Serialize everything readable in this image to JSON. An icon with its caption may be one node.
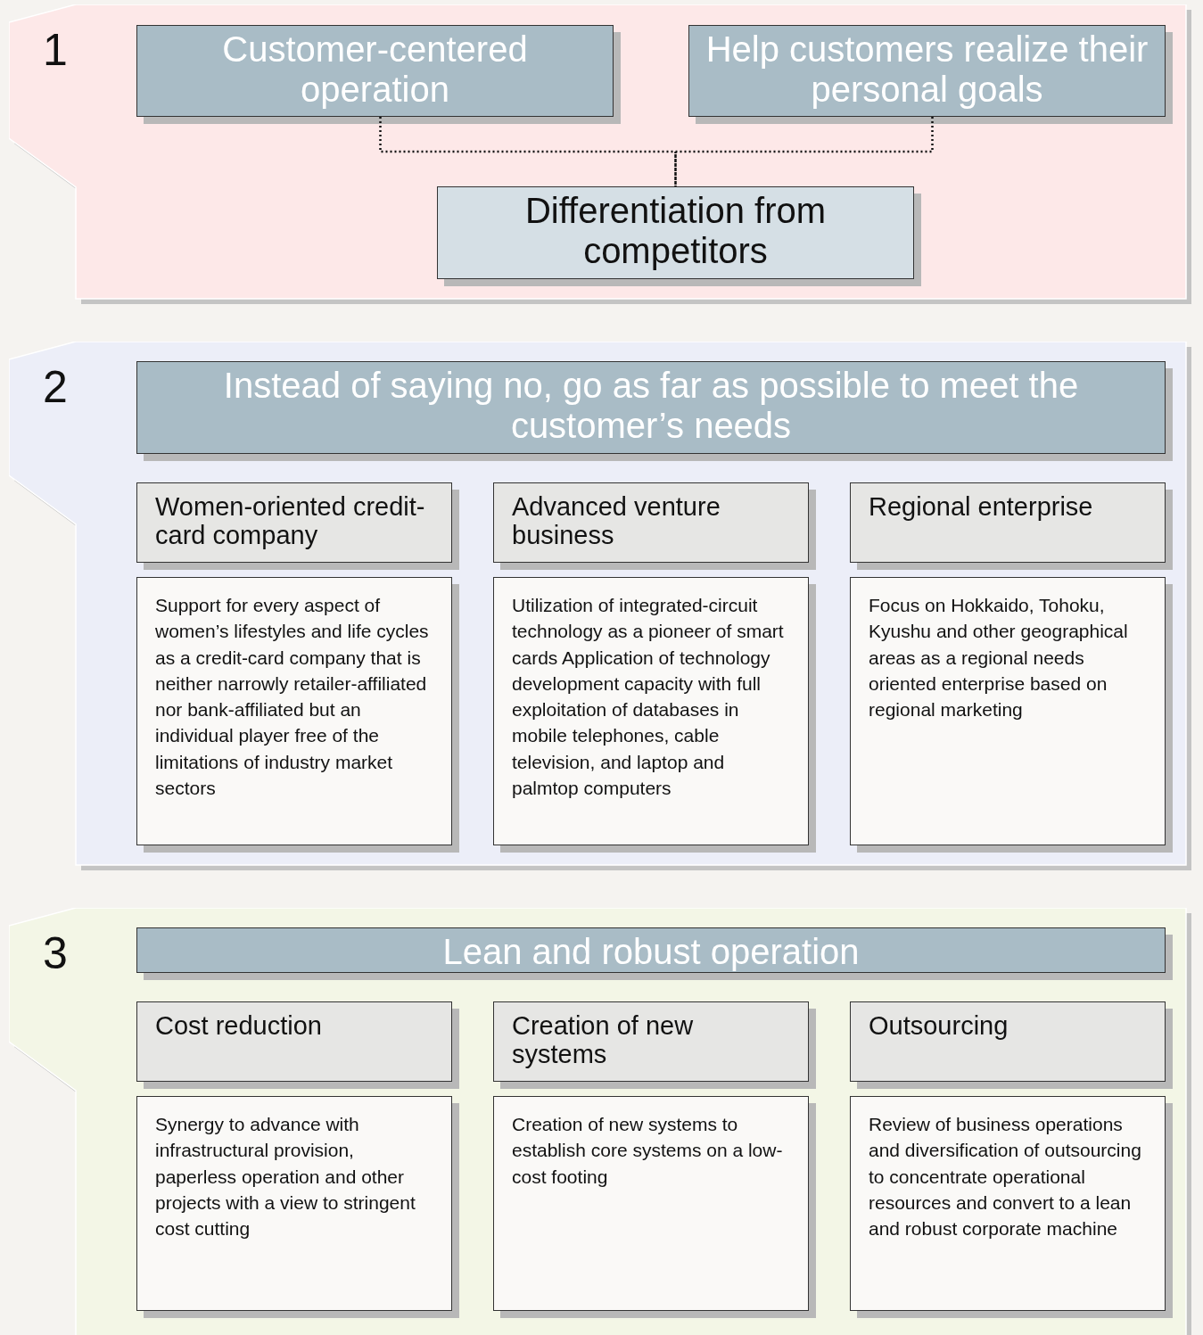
{
  "diagram": {
    "nodes": [
      {
        "text": [
          "1"
        ]
      },
      {
        "text": [
          "Customer-centered operation"
        ],
        "in": 0
      },
      {
        "text": [
          "Help customers realize their personal goals"
        ],
        "in": 0
      },
      {
        "text": [
          "Differentiation from competitors"
        ],
        "in": 0
      },
      {
        "text": [
          "2"
        ]
      },
      {
        "text": [
          "Instead of saying no, go as far as possible to meet the customer’s needs"
        ],
        "in": 4
      },
      {
        "text": [
          "Women-oriented credit-card company"
        ],
        "in": 4
      },
      {
        "text": [
          "Support for every aspect of women’s lifestyles and life cycles as a credit-card company that is neither narrowly retailer-affiliated nor bank-affiliated but an individual player free of the limitations of industry market sectors"
        ],
        "in": 4
      },
      {
        "text": [
          "Advanced venture business"
        ],
        "in": 4
      },
      {
        "text": [
          "Utilization of integrated-circuit technology as a pioneer of smart cards Application of technology development capacity with full exploitation of databases in mobile telephones, cable television, and laptop and palmtop computers"
        ],
        "in": 4
      },
      {
        "text": [
          "Regional enterprise"
        ],
        "in": 4
      },
      {
        "text": [
          "Focus on Hokkaido, Tohoku, Kyushu and other geographical areas as a regional needs oriented enterprise based on regional marketing"
        ],
        "in": 4
      },
      {
        "text": [
          "3"
        ]
      },
      {
        "text": [
          "Lean and robust operation"
        ],
        "in": 12
      },
      {
        "text": [
          "Cost reduction"
        ],
        "in": 12
      },
      {
        "text": [
          "Synergy to advance with infrastructural provision, paperless operation and other projects with a view to stringent cost cutting"
        ],
        "in": 12
      },
      {
        "text": [
          "Creation of new systems"
        ],
        "in": 12
      },
      {
        "text": [
          "Creation of new systems to establish core systems on a low-cost footing"
        ],
        "in": 12
      },
      {
        "text": [
          "Outsourcing"
        ],
        "in": 12
      },
      {
        "text": [
          "Review of business operations and diversification of outsourcing to concentrate operational resources and convert to a lean and robust corporate machine"
        ],
        "in": 12
      }
    ],
    "edges": [
      {
        "from": 1,
        "to": 3,
        "arrow": "none",
        "style": "dashed"
      },
      {
        "from": 2,
        "to": 3,
        "arrow": "none",
        "style": "dashed"
      }
    ]
  }
}
